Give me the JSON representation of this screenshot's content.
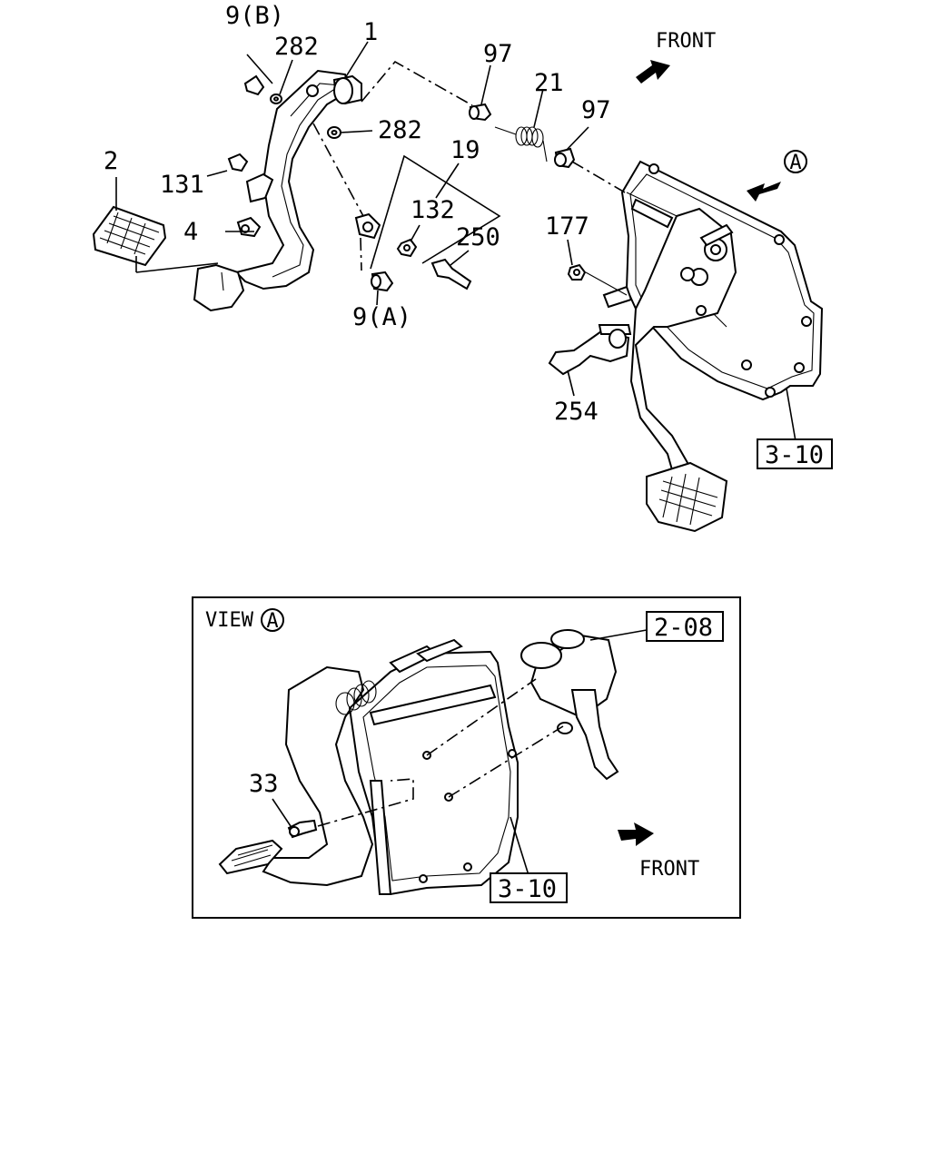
{
  "labels": {
    "p9b": "9(B)",
    "p282a": "282",
    "p1": "1",
    "p97a": "97",
    "p21": "21",
    "p97b": "97",
    "p282b": "282",
    "p19": "19",
    "p2": "2",
    "p131": "131",
    "p132": "132",
    "p250": "250",
    "p4": "4",
    "p177": "177",
    "p9a": "9(A)",
    "p254": "254",
    "p33": "33"
  },
  "refs": {
    "main_3_10": "3-10",
    "view_2_08": "2-08",
    "view_3_10": "3-10"
  },
  "direction": {
    "front_main": "FRONT",
    "front_view": "FRONT",
    "view_title": "VIEW",
    "view_marker": "A",
    "arrow_marker": "A"
  },
  "icons": [
    "front-arrow-icon",
    "view-arrow-icon"
  ]
}
